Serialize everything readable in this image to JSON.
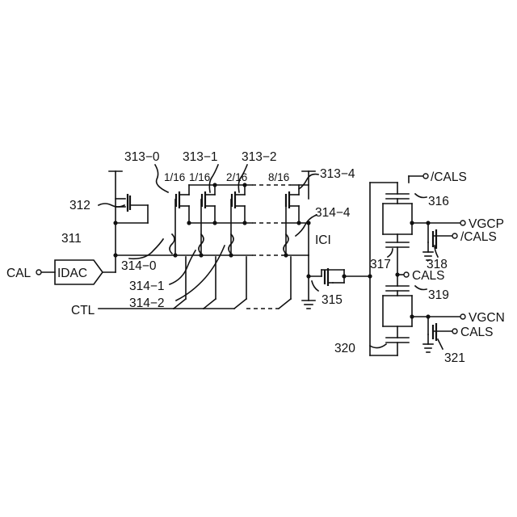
{
  "labels": {
    "idac": "IDAC",
    "idac_ref": "311",
    "cal_input": "CAL",
    "ref_312": "312",
    "ref_313_0": "313−0",
    "ref_313_1": "313−1",
    "ref_313_2": "313−2",
    "ref_313_4": "313−4",
    "ratio_0": "1/16",
    "ratio_1": "1/16",
    "ratio_2": "2/16",
    "ratio_4": "8/16",
    "ref_314_0": "314−0",
    "ref_314_1": "314−1",
    "ref_314_2": "314−2",
    "ref_314_4": "314−4",
    "ici": "ICI",
    "ctl": "CTL",
    "ref_315": "315",
    "ref_316": "316",
    "ref_317": "317",
    "ref_318": "318",
    "ref_319": "319",
    "ref_320": "320",
    "ref_321": "321",
    "cals_bar_top": "/CALS",
    "cals_bar_318": "/CALS",
    "cals_mid": "CALS",
    "cals_321": "CALS",
    "vgcp": "VGCP",
    "vgcn": "VGCN"
  }
}
